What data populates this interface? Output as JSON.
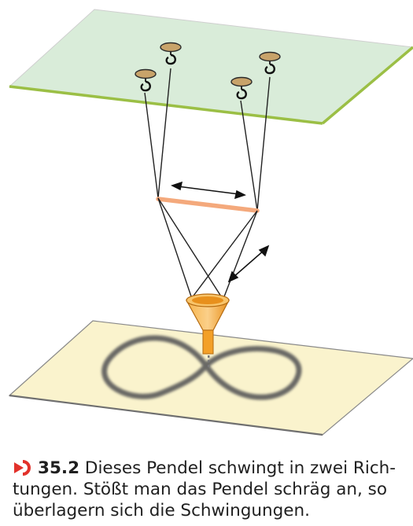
{
  "figure": {
    "colors": {
      "ceiling_fill": "#d9ecd9",
      "ceiling_edge": "#9bbf45",
      "floor_fill": "#faf3cd",
      "floor_edge": "#7f7f7f",
      "bar": "#f4a97c",
      "funnel": "#f3a028",
      "trace": "#555555",
      "hook_disc": "#c8a36a"
    },
    "icons": [
      "hook-icon",
      "double-arrow-icon",
      "funnel-icon"
    ]
  },
  "caption": {
    "number": "35.2",
    "lines": [
      "Dieses Pendel schwingt in zwei Rich-",
      "tungen. Stößt man das Pendel schräg an, so",
      "überlagern sich die Schwingungen."
    ],
    "icon": "play-arrow-icon",
    "icon_color": "#e2312a"
  }
}
